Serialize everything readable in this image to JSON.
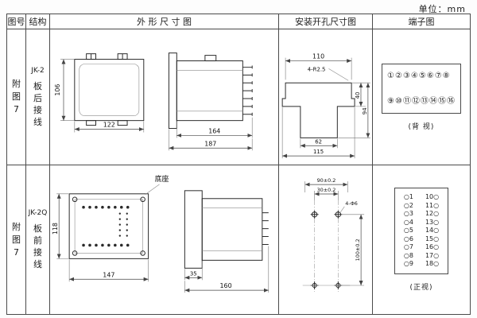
{
  "page": {
    "unit_label": "单位：mm"
  },
  "headers": {
    "fig_no": "图号",
    "structure": "结构",
    "outline": "外 形 尺 寸 图",
    "install": "安装开孔尺寸图",
    "terminal": "端子图"
  },
  "row1": {
    "fig_no": "附图7",
    "model": "JK-2",
    "wiring": "板后接线",
    "outline": {
      "d106": "106",
      "d122": "122",
      "d164": "164",
      "d187": "187"
    },
    "install": {
      "d110": "110",
      "radius_note": "4-R2.5",
      "d40": "40",
      "d94": "94",
      "d62": "62",
      "d115": "115"
    },
    "terminal": {
      "top_row": "①②③④⑤⑥⑦⑧",
      "bottom_row": "⑨⑩⑪⑫⑬⑭⑮⑯",
      "view_label": "(背 视)"
    }
  },
  "row2": {
    "fig_no": "附图7",
    "model": "JK-2Q",
    "wiring": "板前接线",
    "outline": {
      "d118": "118",
      "d147": "147",
      "d35": "35",
      "d160": "160",
      "base_label": "底座"
    },
    "install": {
      "d90": "90±0.2",
      "d30": "30±0.2",
      "holes_note": "4-Φ6",
      "d100": "100±0.2"
    },
    "terminal": {
      "left_col": "○1\n○2\n○3\n○4\n○5\n○6\n○7\n○8\n○9",
      "right_col": "10○\n11○\n12○\n13○\n14○\n15○\n16○\n17○\n18○",
      "view_label": "(正视)"
    }
  }
}
